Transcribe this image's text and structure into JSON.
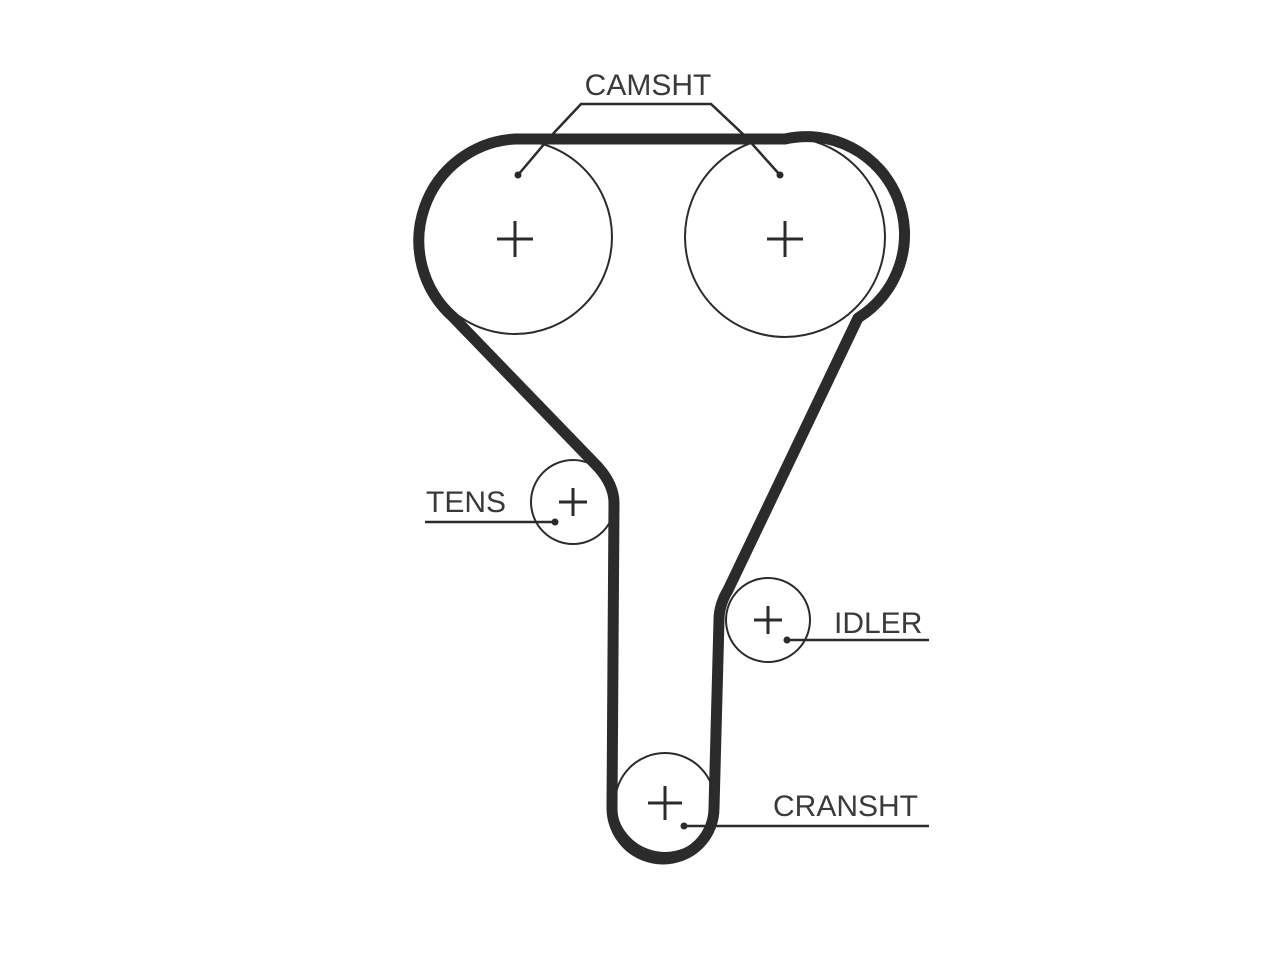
{
  "labels": {
    "camshaft": "CAMSHT",
    "tensioner": "TENS",
    "idler": "IDLER",
    "crankshaft": "CRANSHT"
  },
  "colors": {
    "line": "#2b2b2b",
    "text": "#3a3a3a",
    "background": "#ffffff"
  }
}
